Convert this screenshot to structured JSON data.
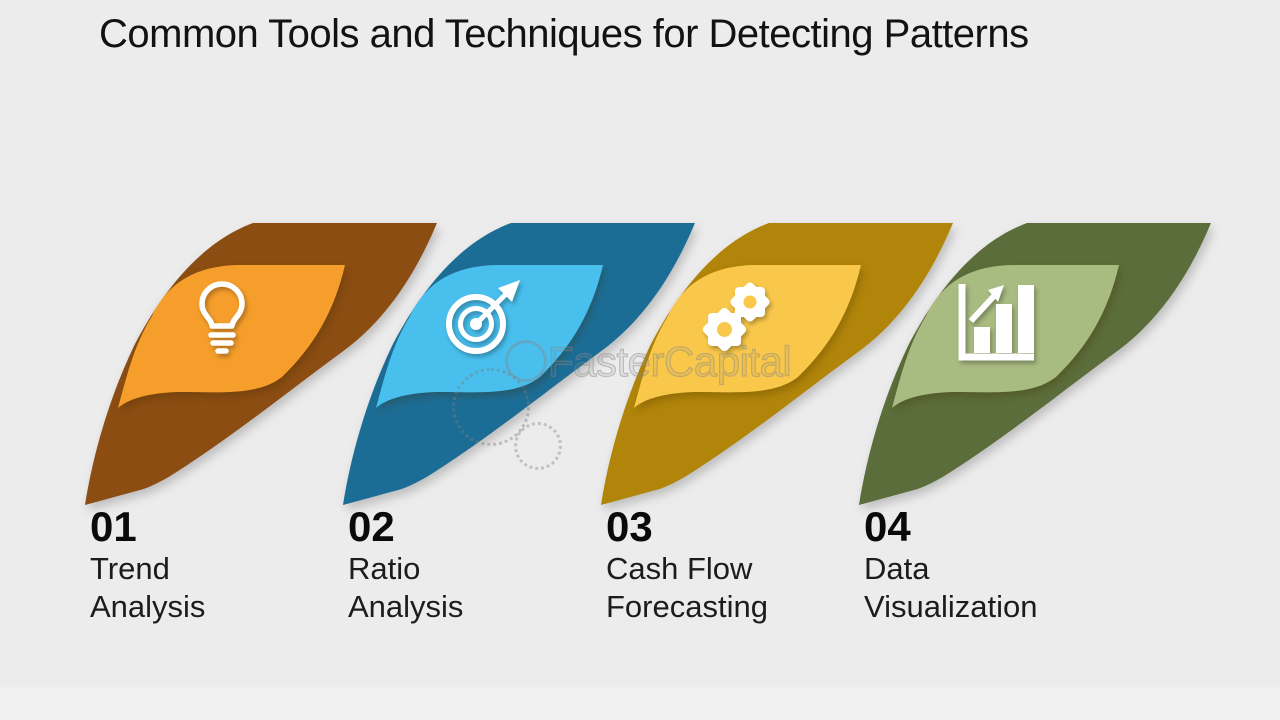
{
  "slide": {
    "title": "Common Tools and Techniques for Detecting Patterns",
    "background_color": "#EDECEC"
  },
  "watermark": {
    "text": "FasterCapital"
  },
  "items": [
    {
      "number": "01",
      "name_line1": "Trend",
      "name_line2": "Analysis",
      "icon": "lightbulb-icon",
      "outer_color": "#8B4D12",
      "inner_color": "#F59E2B"
    },
    {
      "number": "02",
      "name_line1": "Ratio",
      "name_line2": "Analysis",
      "icon": "target-icon",
      "outer_color": "#1C6D96",
      "inner_color": "#49BFEE"
    },
    {
      "number": "03",
      "name_line1": "Cash Flow",
      "name_line2": "Forecasting",
      "icon": "gears-icon",
      "outer_color": "#B1850A",
      "inner_color": "#F9C84B"
    },
    {
      "number": "04",
      "name_line1": "Data",
      "name_line2": "Visualization",
      "icon": "bar-chart-icon",
      "outer_color": "#5B6D3A",
      "inner_color": "#A8BB80"
    }
  ]
}
